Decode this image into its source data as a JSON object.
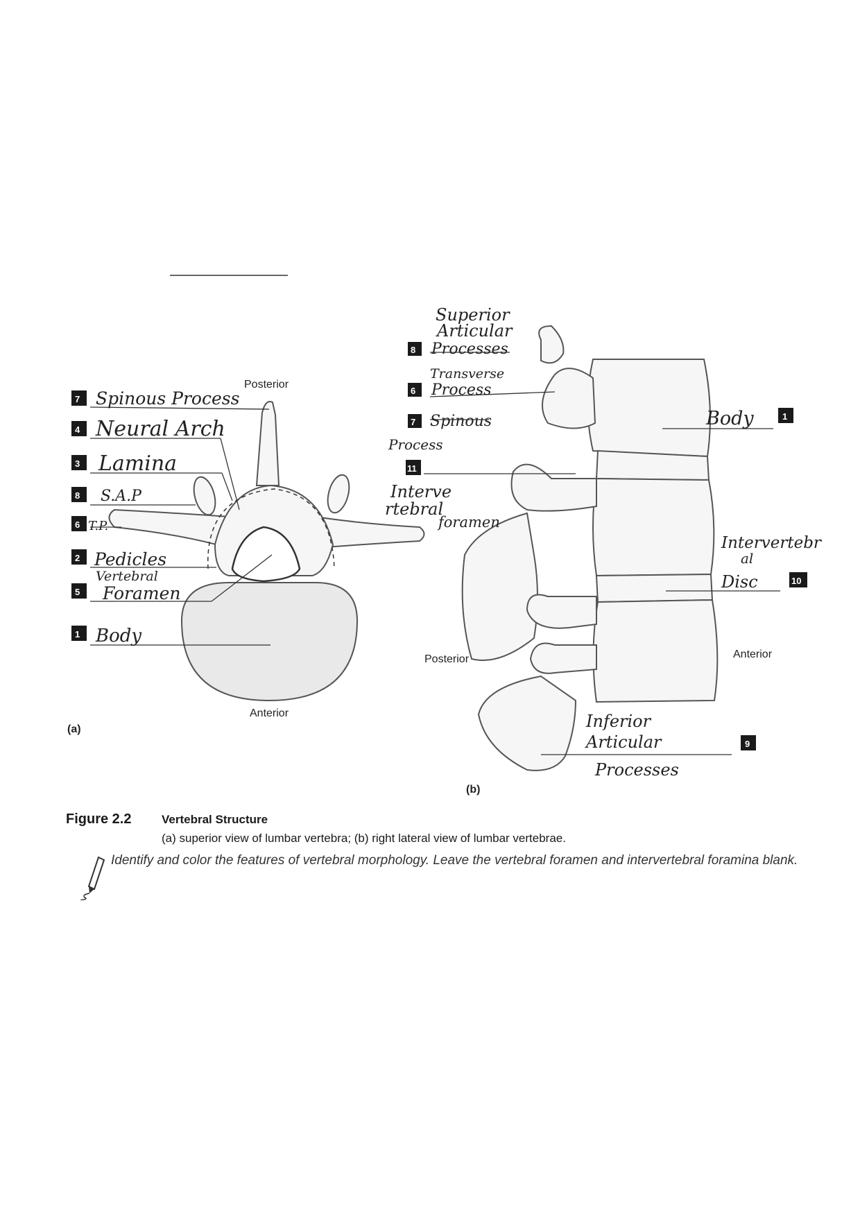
{
  "figure": {
    "number": "Figure 2.2",
    "title": "Vertebral Structure",
    "subtitle": "(a) superior view of lumbar vertebra; (b) right lateral view of lumbar vertebrae.",
    "instruction": "Identify and color the features of vertebral morphology. Leave the vertebral foramen and intervertebral foramina blank."
  },
  "panel_a": {
    "tag": "(a)",
    "posterior_label": "Posterior",
    "anterior_label": "Anterior",
    "labels": [
      {
        "num": "7",
        "text": "Spinous Process"
      },
      {
        "num": "4",
        "text": "Neural Arch"
      },
      {
        "num": "3",
        "text": "Lamina"
      },
      {
        "num": "8",
        "text": "S.A.P"
      },
      {
        "num": "6",
        "text": "T.P."
      },
      {
        "num": "2",
        "text": "Pedicles"
      },
      {
        "num": "5",
        "text_line1": "Vertebral",
        "text_line2": "Foramen"
      },
      {
        "num": "1",
        "text": "Body"
      }
    ]
  },
  "panel_b": {
    "tag": "(b)",
    "posterior_label": "Posterior",
    "anterior_label": "Anterior",
    "labels": [
      {
        "num": "8",
        "line1": "Superior",
        "line2": "Articular",
        "line3": "Processes"
      },
      {
        "num": "6",
        "line1": "Transverse",
        "line2": "Process"
      },
      {
        "num": "7",
        "line1": "Spinous",
        "line2": "Process"
      },
      {
        "num": "11",
        "line1": "Interve",
        "line2": "rtebral",
        "line3": "foramen"
      },
      {
        "num": "1",
        "text": "Body"
      },
      {
        "num": "10",
        "line1": "Intervertebr",
        "line2": "al",
        "line3": "Disc"
      },
      {
        "num": "9",
        "line1": "Inferior",
        "line2": "Articular",
        "line3": "Processes"
      }
    ]
  },
  "colors": {
    "ink": "#222222",
    "bone_fill": "#f6f6f6",
    "badge": "#1a1a1a"
  }
}
